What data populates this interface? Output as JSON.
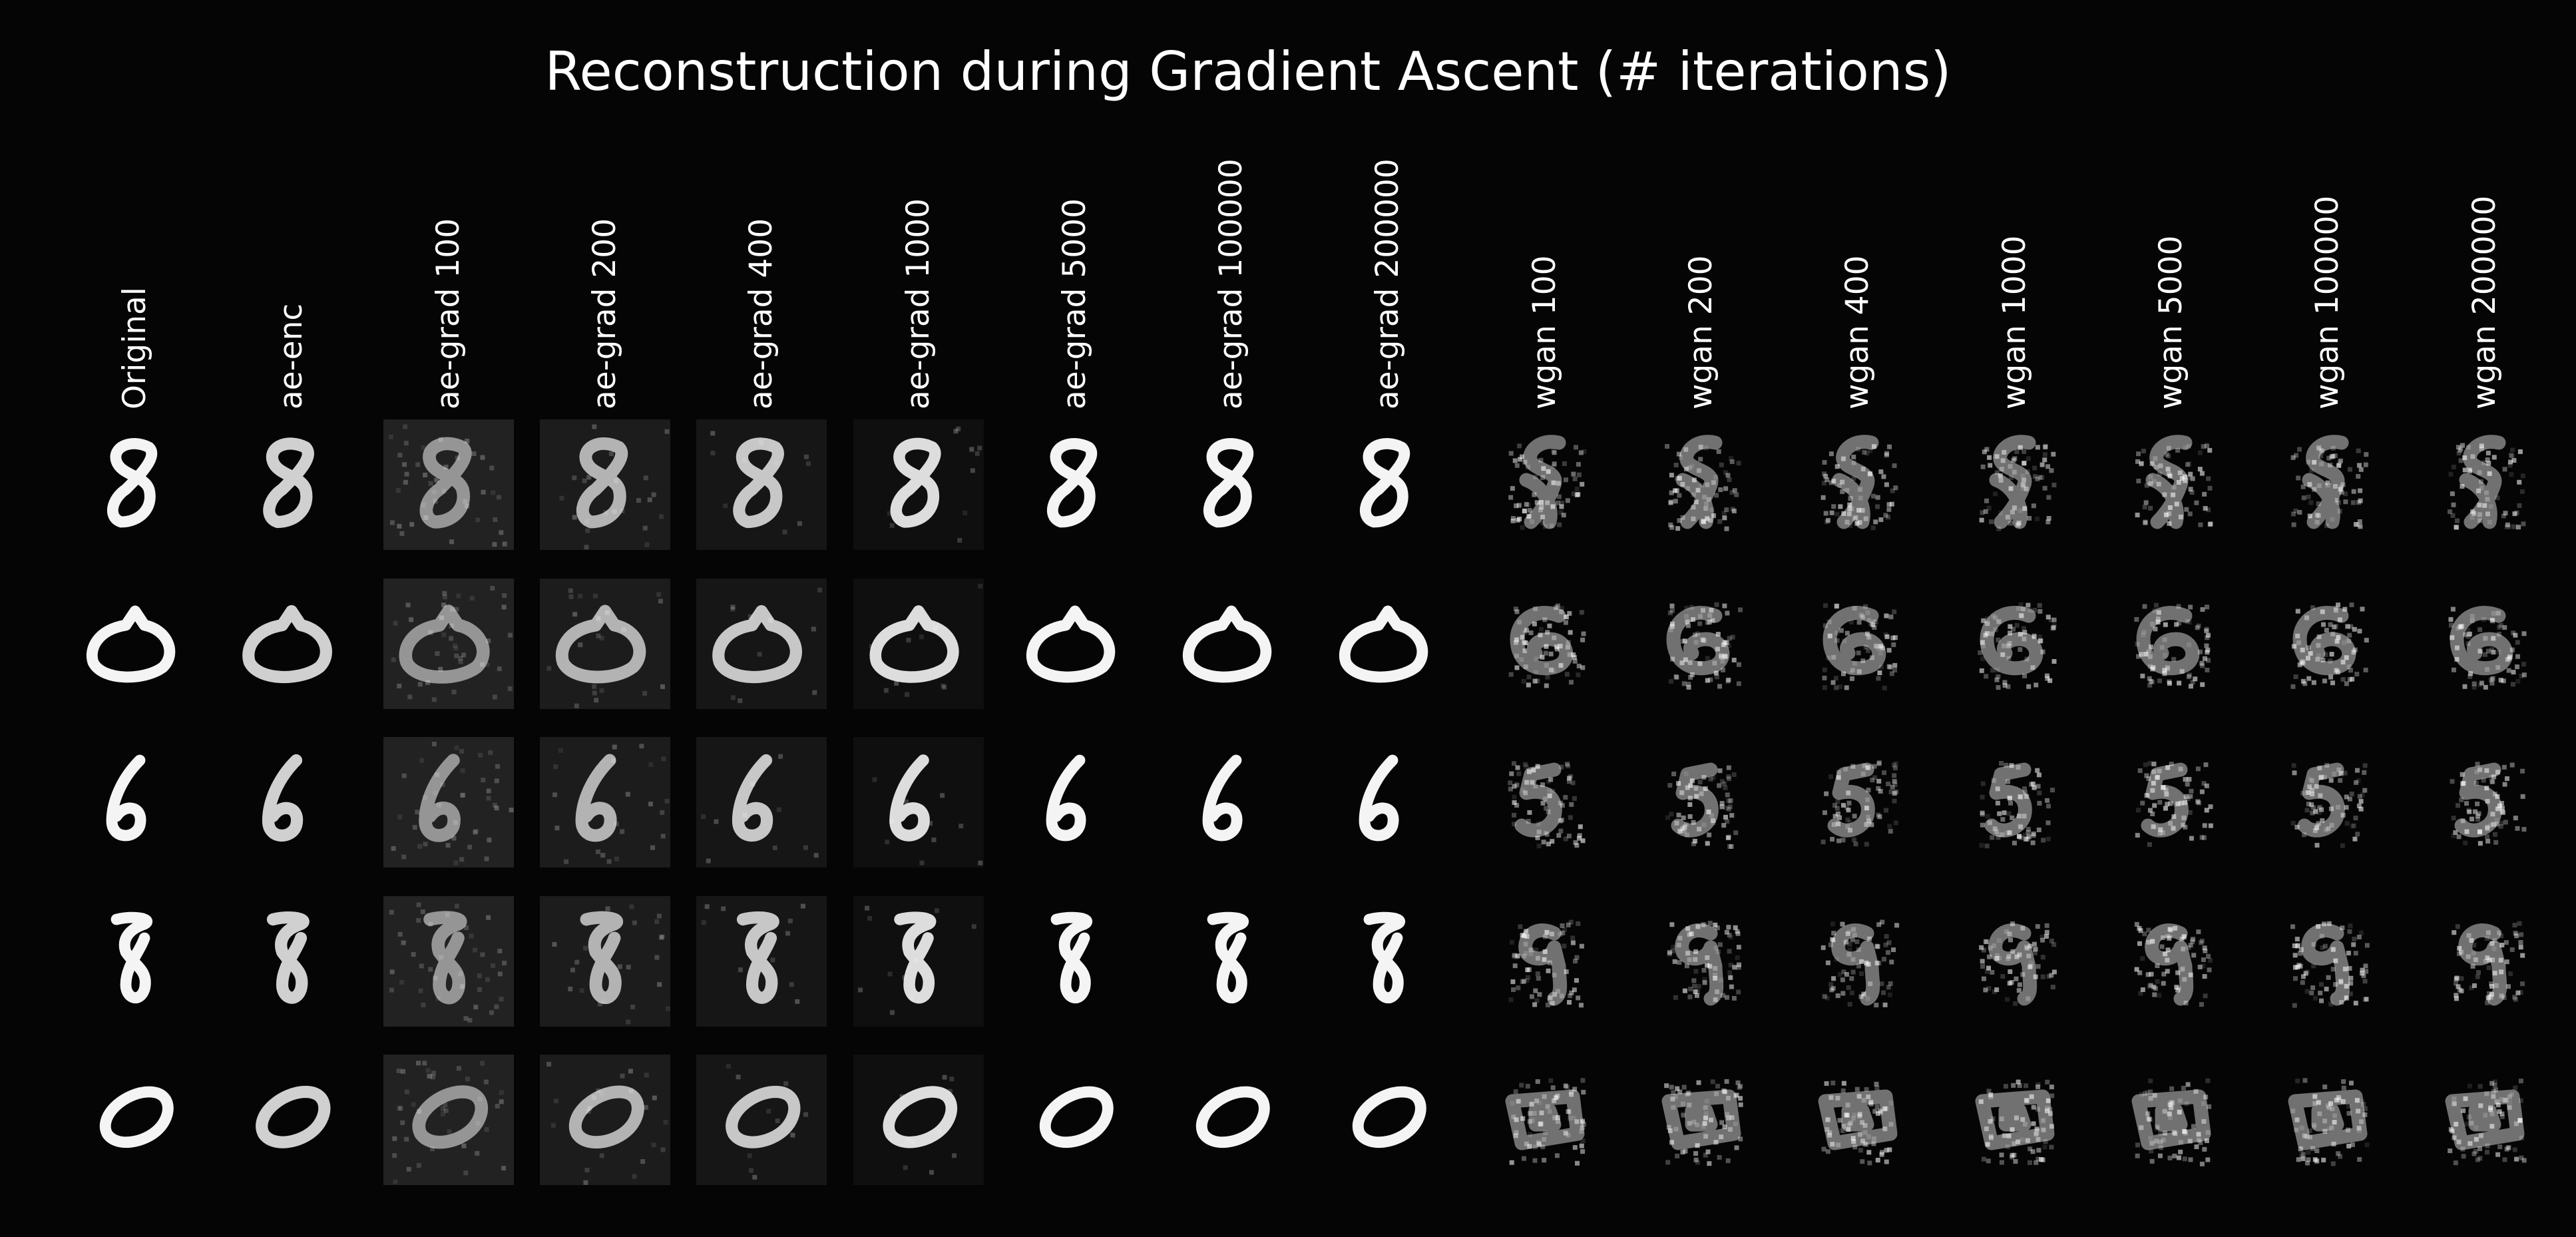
{
  "title": "Reconstruction during Gradient Ascent (# iterations)",
  "columns": [
    {
      "label": "Original",
      "style": "clean"
    },
    {
      "label": "ae-enc",
      "style": "soft"
    },
    {
      "label": "ae-grad 100",
      "style": "noisy-bg"
    },
    {
      "label": "ae-grad 200",
      "style": "noisy-bg-mid"
    },
    {
      "label": "ae-grad 400",
      "style": "noisy-bg-low"
    },
    {
      "label": "ae-grad 1000",
      "style": "faint-bg"
    },
    {
      "label": "ae-grad 5000",
      "style": "sharp"
    },
    {
      "label": "ae-grad 100000",
      "style": "clean"
    },
    {
      "label": "ae-grad 200000",
      "style": "clean"
    },
    {
      "label": "wgan 100",
      "style": "speckle"
    },
    {
      "label": "wgan 200",
      "style": "speckle"
    },
    {
      "label": "wgan 400",
      "style": "speckle"
    },
    {
      "label": "wgan 1000",
      "style": "speckle"
    },
    {
      "label": "wgan 5000",
      "style": "speckle"
    },
    {
      "label": "wgan 100000",
      "style": "speckle"
    },
    {
      "label": "wgan 200000",
      "style": "speckle"
    }
  ],
  "rows": [
    {
      "digit": "eight",
      "wgan_digit": "eight-distorted"
    },
    {
      "digit": "zero-round",
      "wgan_digit": "six-blob"
    },
    {
      "digit": "six",
      "wgan_digit": "five-blob"
    },
    {
      "digit": "eight-tall",
      "wgan_digit": "nine-blob"
    },
    {
      "digit": "zero-oval",
      "wgan_digit": "zero-blob"
    }
  ],
  "colors": {
    "background": "#050505",
    "text": "#ffffff",
    "stroke": "#f2f2f2",
    "noise_bg": "#1c1c1c"
  }
}
